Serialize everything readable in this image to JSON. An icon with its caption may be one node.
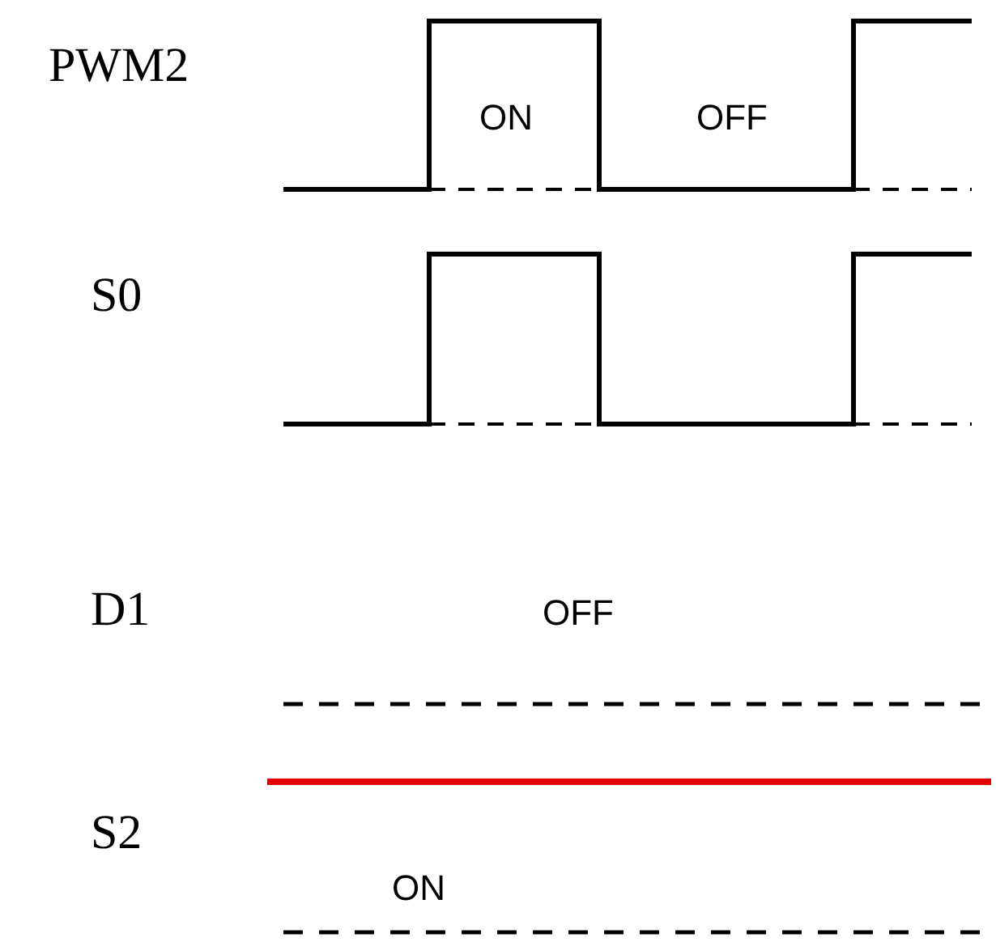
{
  "diagram": {
    "labels": [
      "PWM2",
      "ON",
      "OFF",
      "S0",
      "D1",
      "OFF",
      "S2",
      "ON"
    ]
  }
}
